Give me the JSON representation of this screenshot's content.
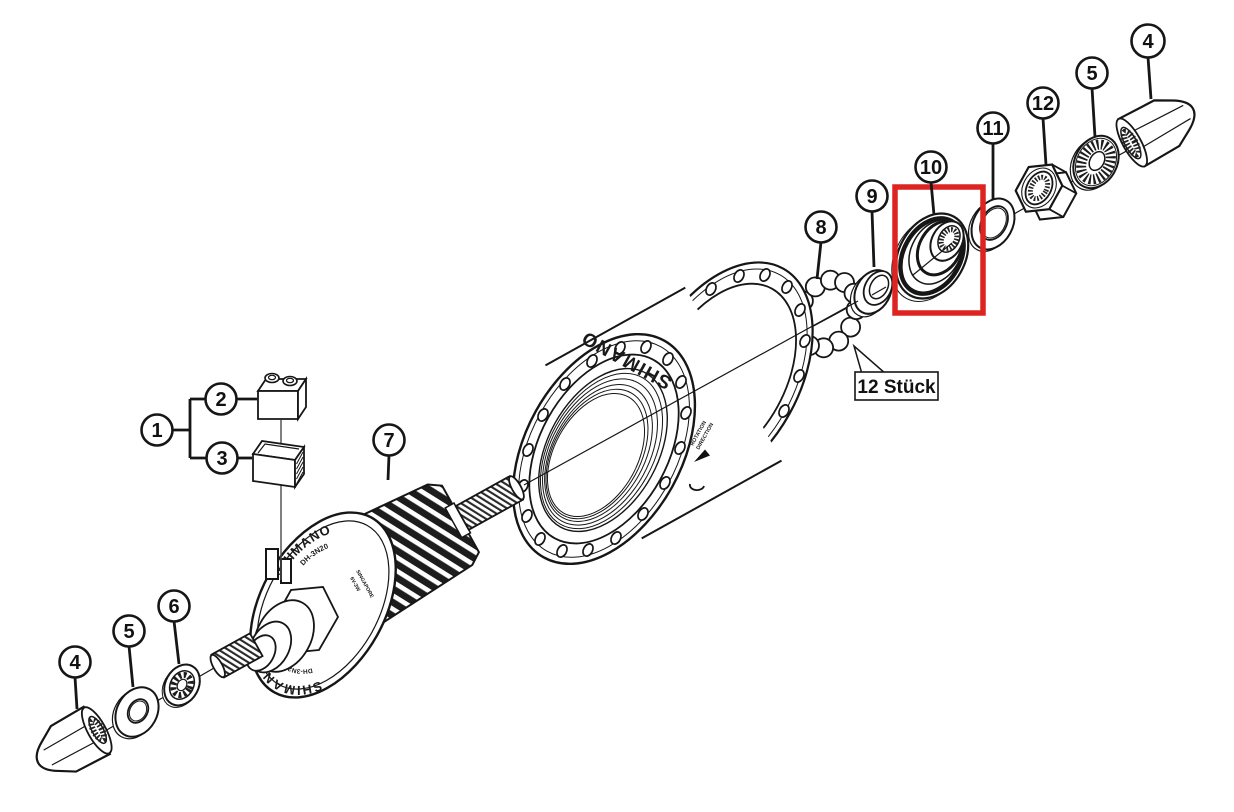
{
  "diagram": {
    "title": "hub-dynamo-exploded-parts-diagram",
    "colors": {
      "line": "#161616",
      "highlight": "#dd2421",
      "background": "#ffffff"
    },
    "callouts": [
      {
        "part": "terminal-unit-group",
        "label": "1"
      },
      {
        "part": "terminal-connector",
        "label": "2"
      },
      {
        "part": "terminal-cap",
        "label": "3"
      },
      {
        "part": "axle-nut-left",
        "label": "4"
      },
      {
        "part": "flat-washer-left",
        "label": "5"
      },
      {
        "part": "lock-washer",
        "label": "6"
      },
      {
        "part": "hub-dynamo-internal-unit",
        "label": "7"
      },
      {
        "part": "steel-balls",
        "label": "8"
      },
      {
        "part": "seal-ring",
        "label": "9"
      },
      {
        "part": "cone-dust-cap-unit",
        "label": "10",
        "highlighted": true
      },
      {
        "part": "washer-right",
        "label": "11"
      },
      {
        "part": "hex-lock-nut",
        "label": "12"
      },
      {
        "part": "serrated-washer-right",
        "label": "5"
      },
      {
        "part": "axle-nut-right",
        "label": "4"
      }
    ],
    "labels": {
      "quantity_note": "12 Stück"
    },
    "hub_markings": {
      "brand": "SHIMANO",
      "rotation_word1": "ROTATION",
      "rotation_word2": "DIRECTION"
    },
    "unit_markings": {
      "brand_top": "SHIMANO",
      "model_top": "DH-3N20",
      "origin": "SINGAPORE",
      "spec": "6V-3W",
      "brand_bottom": "SHIMANO",
      "model_bottom": "DH-3N20"
    }
  }
}
